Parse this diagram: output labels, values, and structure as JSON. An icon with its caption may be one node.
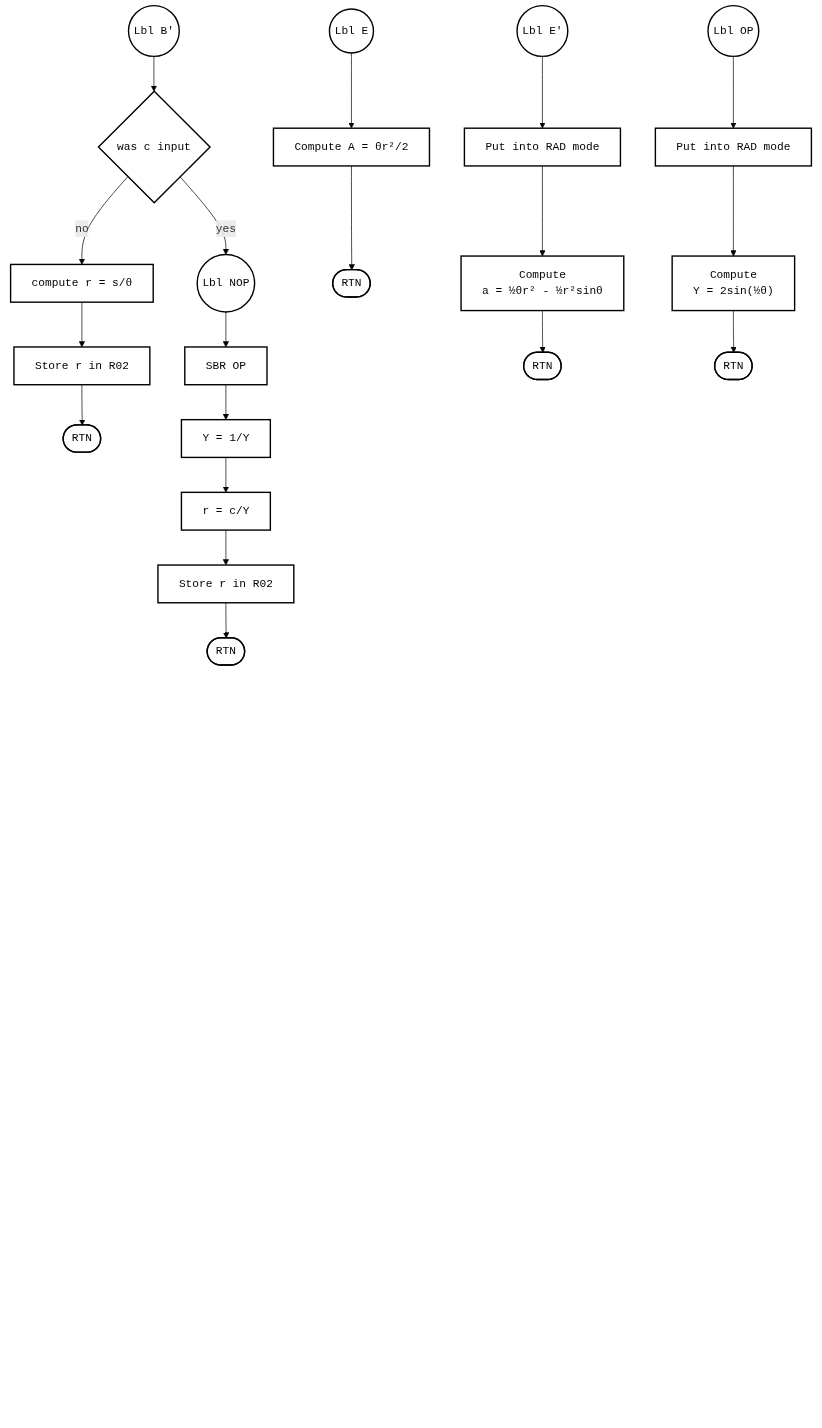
{
  "diagram": {
    "nodes": [
      {
        "text": [
          "Lbl B'"
        ]
      },
      {
        "text": [
          "was c input"
        ]
      },
      {
        "text": [
          "compute r = s/θ"
        ]
      },
      {
        "text": [
          "Store r in R02"
        ]
      },
      {
        "text": [
          "RTN"
        ]
      },
      {
        "text": [
          "Lbl NOP"
        ]
      },
      {
        "text": [
          "SBR OP"
        ]
      },
      {
        "text": [
          "Y = 1/Y"
        ]
      },
      {
        "text": [
          "r = c/Y"
        ]
      },
      {
        "text": [
          "Store r in R02"
        ]
      },
      {
        "text": [
          "RTN"
        ]
      },
      {
        "text": [
          "Lbl E"
        ]
      },
      {
        "text": [
          "Compute A = θr²/2"
        ]
      },
      {
        "text": [
          "RTN"
        ]
      },
      {
        "text": [
          "Lbl E'"
        ]
      },
      {
        "text": [
          "Put into RAD mode"
        ]
      },
      {
        "text": [
          "Compute",
          "a = ½θr² - ½r²sinθ"
        ]
      },
      {
        "text": [
          "RTN"
        ]
      },
      {
        "text": [
          "Lbl OP"
        ]
      },
      {
        "text": [
          "Put into RAD mode"
        ]
      },
      {
        "text": [
          "Compute",
          "Y = 2sin(½θ)"
        ]
      },
      {
        "text": [
          "RTN"
        ]
      }
    ],
    "edges": [
      {
        "from": 0,
        "to": 1,
        "arrow": "to"
      },
      {
        "from": 1,
        "to": 2,
        "label": "no",
        "arrow": "to"
      },
      {
        "from": 1,
        "to": 5,
        "label": "yes",
        "arrow": "to"
      },
      {
        "from": 2,
        "to": 3,
        "arrow": "to"
      },
      {
        "from": 3,
        "to": 4,
        "arrow": "to"
      },
      {
        "from": 5,
        "to": 6,
        "arrow": "to"
      },
      {
        "from": 6,
        "to": 7,
        "arrow": "to"
      },
      {
        "from": 7,
        "to": 8,
        "arrow": "to"
      },
      {
        "from": 8,
        "to": 9,
        "arrow": "to"
      },
      {
        "from": 9,
        "to": 10,
        "arrow": "to"
      },
      {
        "from": 11,
        "to": 12,
        "arrow": "to"
      },
      {
        "from": 12,
        "to": 13,
        "arrow": "to"
      },
      {
        "from": 14,
        "to": 15,
        "arrow": "to"
      },
      {
        "from": 15,
        "to": 16,
        "arrow": "to"
      },
      {
        "from": 16,
        "to": 17,
        "arrow": "to"
      },
      {
        "from": 18,
        "to": 19,
        "arrow": "to"
      },
      {
        "from": 19,
        "to": 20,
        "arrow": "to"
      },
      {
        "from": 20,
        "to": 21,
        "arrow": "to"
      }
    ]
  }
}
